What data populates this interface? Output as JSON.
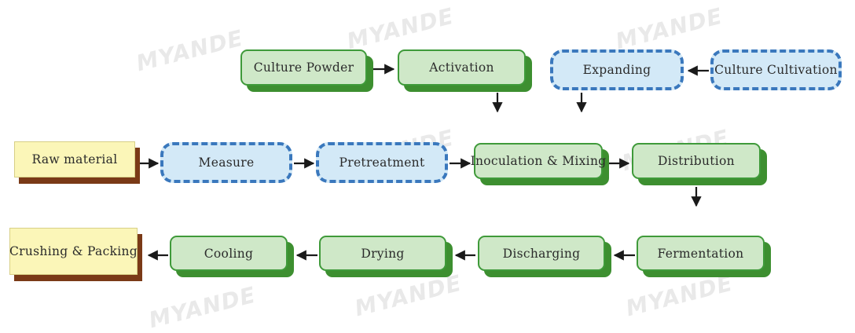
{
  "watermark": "MYANDE",
  "nodes": {
    "culture_powder": "Culture Powder",
    "activation": "Activation",
    "expanding": "Expanding",
    "culture_cultivation": "Culture Cultivation",
    "raw_material": "Raw material",
    "measure": "Measure",
    "pretreatment": "Pretreatment",
    "inoculation_mixing": "Inoculation & Mixing",
    "distribution": "Distribution",
    "crushing_packing": "Crushing & Packing",
    "cooling": "Cooling",
    "drying": "Drying",
    "discharging": "Discharging",
    "fermentation": "Fermentation"
  },
  "colors": {
    "green_fill": "#cfe8c8",
    "green_border": "#3f9a3a",
    "green_shadow": "#3d8f30",
    "blue_fill": "#d3e9f7",
    "blue_dash": "#3a78bd",
    "yellow_fill": "#fbf6b8",
    "brown_shadow": "#7a3a17",
    "arrow": "#1a1a1a"
  }
}
